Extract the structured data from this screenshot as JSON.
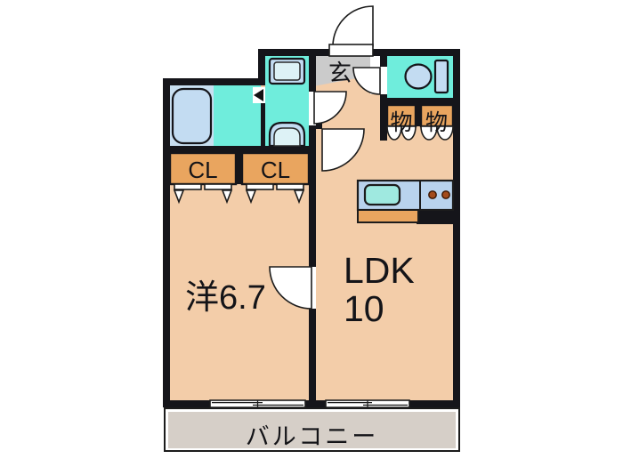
{
  "plan": {
    "labels": {
      "genkan": "玄",
      "closet1": "CL",
      "closet2": "CL",
      "storage1": "物",
      "storage2": "物",
      "bedroom": "洋6.7",
      "ldk": "LDK",
      "ldk_area": "10",
      "balcony": "バルコニー"
    },
    "rooms": [
      {
        "id": "bedroom",
        "label": "洋6.7",
        "type": "western-style-room"
      },
      {
        "id": "ldk",
        "label": "LDK 10",
        "type": "living-dining-kitchen"
      },
      {
        "id": "genkan",
        "label": "玄",
        "type": "entrance"
      },
      {
        "id": "closet-left",
        "label": "CL",
        "type": "closet"
      },
      {
        "id": "closet-right",
        "label": "CL",
        "type": "closet"
      },
      {
        "id": "storage-left",
        "label": "物",
        "type": "storage"
      },
      {
        "id": "storage-right",
        "label": "物",
        "type": "storage"
      },
      {
        "id": "balcony",
        "label": "バルコニー",
        "type": "balcony"
      }
    ],
    "colors": {
      "wall": "#15151a",
      "room": "#f3cda9",
      "wet": "#6feddc",
      "fixture": "#c3dcf2",
      "orange": "#e9a55f",
      "genkan": "#cbcbcb",
      "balcony": "#d6cfc8",
      "counter": "#b9d3ed",
      "sink": "#9fe9e0",
      "burner": "#a34b1b"
    }
  }
}
